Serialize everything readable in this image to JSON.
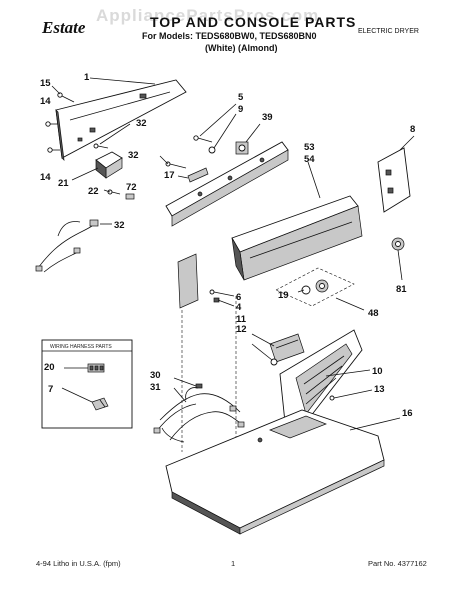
{
  "header": {
    "brand": "Estate",
    "title": "TOP AND CONSOLE PARTS",
    "models": "For Models: TEDS680BW0, TEDS680BN0",
    "colors": "(White)      (Almond)",
    "appliance": "ELECTRIC DRYER"
  },
  "watermark": "AppliancePartsPros.com",
  "wiring_box": {
    "title": "WIRING HARNESS PARTS"
  },
  "callouts": [
    "1",
    "15",
    "14",
    "32",
    "14",
    "21",
    "32",
    "72",
    "22",
    "32",
    "17",
    "5",
    "9",
    "39",
    "53",
    "54",
    "8",
    "19",
    "81",
    "48",
    "6",
    "4",
    "11",
    "12",
    "30",
    "31",
    "10",
    "13",
    "16",
    "20",
    "7"
  ],
  "footer": {
    "left": "4-94 Litho in U.S.A. (fpm)",
    "center": "1",
    "right": "Part No. 4377162"
  }
}
